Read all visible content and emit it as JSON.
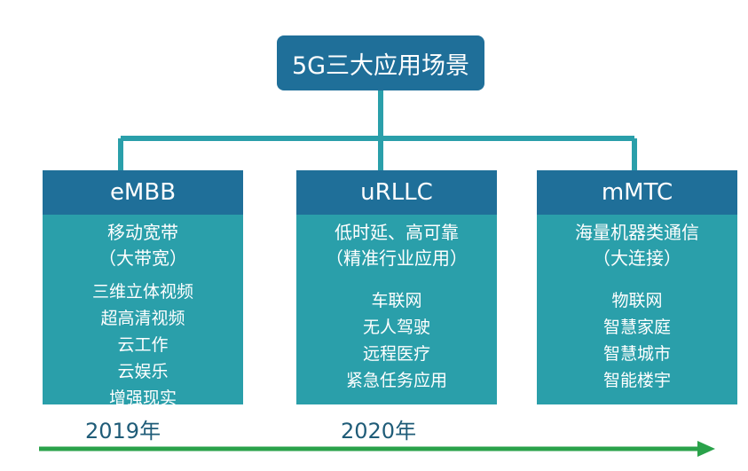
{
  "root": {
    "title": "5G三大应用场景"
  },
  "columns": [
    {
      "name": "eMBB",
      "subtitle_line1": "移动宽带",
      "subtitle_line2": "（大带宽）",
      "items": [
        "三维立体视频",
        "超高清视频",
        "云工作",
        "云娱乐",
        "增强现实"
      ]
    },
    {
      "name": "uRLLC",
      "subtitle_line1": "低时延、高可靠",
      "subtitle_line2": "（精准行业应用）",
      "items": [
        "车联网",
        "无人驾驶",
        "远程医疗",
        "紧急任务应用"
      ]
    },
    {
      "name": "mMTC",
      "subtitle_line1": "海量机器类通信",
      "subtitle_line2": "（大连接）",
      "items": [
        "物联网",
        "智慧家庭",
        "智慧城市",
        "智能楼宇"
      ]
    }
  ],
  "timeline": {
    "year_1": "2019年",
    "year_2": "2020年"
  },
  "colors": {
    "header_blue": "#1f6f99",
    "body_teal": "#2a9faa",
    "arrow_green": "#2aa24a",
    "year_text": "#1f5c78"
  }
}
